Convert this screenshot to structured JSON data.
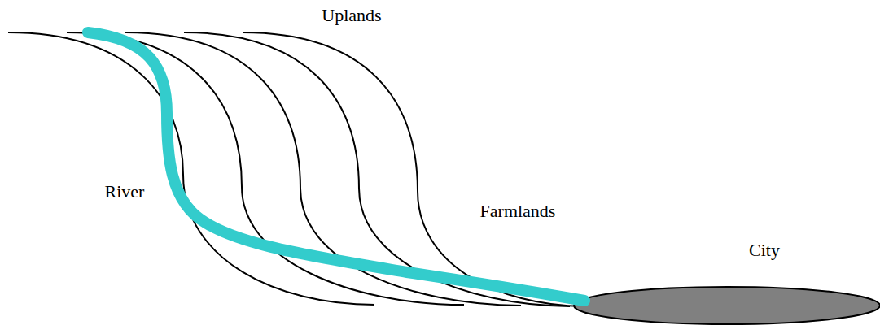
{
  "diagram": {
    "labels": [
      "Uplands",
      "River",
      "Farmlands",
      "City"
    ]
  }
}
